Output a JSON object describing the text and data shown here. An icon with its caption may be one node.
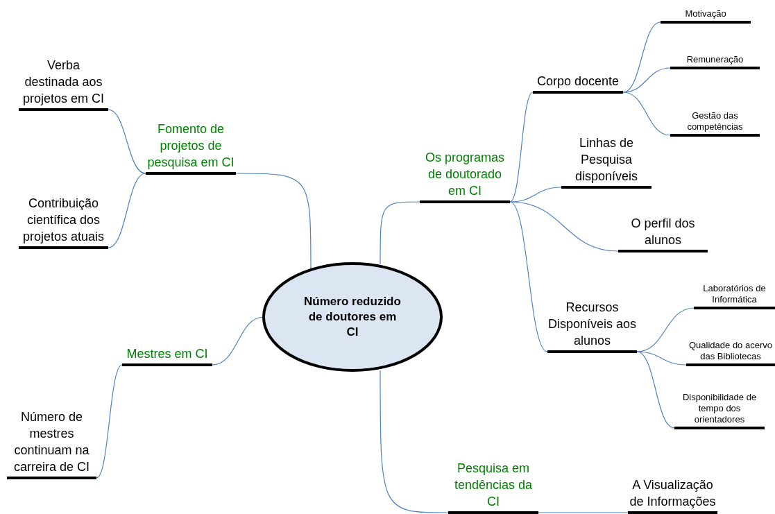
{
  "diagram": {
    "nodes": [
      {
        "text": [
          "Número reduzido de doutores em CI"
        ]
      },
      {
        "text": [
          "Fomento de projetos de pesquisa em CI"
        ]
      },
      {
        "text": [
          "Verba destinada aos projetos em CI"
        ]
      },
      {
        "text": [
          "Contribuição científica dos projetos atuais"
        ]
      },
      {
        "text": [
          "Mestres em CI"
        ]
      },
      {
        "text": [
          "Número de mestres continuam na carreira de CI"
        ]
      },
      {
        "text": [
          "Os programas de doutorado em CI"
        ]
      },
      {
        "text": [
          "Corpo docente"
        ]
      },
      {
        "text": [
          "Motivação"
        ]
      },
      {
        "text": [
          "Remuneração"
        ]
      },
      {
        "text": [
          "Gestão das competências"
        ]
      },
      {
        "text": [
          "Linhas de Pesquisa disponíveis"
        ]
      },
      {
        "text": [
          "O perfil dos alunos"
        ]
      },
      {
        "text": [
          "Recursos Disponíveis aos alunos"
        ]
      },
      {
        "text": [
          "Laboratórios de Informática"
        ]
      },
      {
        "text": [
          "Qualidade do acervo das Bibliotecas"
        ]
      },
      {
        "text": [
          "Disponibilidade de tempo dos orientadores"
        ]
      },
      {
        "text": [
          "Pesquisa em tendências da CI"
        ]
      },
      {
        "text": [
          "A Visualização de Informações"
        ]
      }
    ],
    "edges": [
      {
        "from": 0,
        "to": 1,
        "arrow": "none"
      },
      {
        "from": 1,
        "to": 2,
        "arrow": "none"
      },
      {
        "from": 1,
        "to": 3,
        "arrow": "none"
      },
      {
        "from": 0,
        "to": 4,
        "arrow": "none"
      },
      {
        "from": 4,
        "to": 5,
        "arrow": "none"
      },
      {
        "from": 0,
        "to": 6,
        "arrow": "none"
      },
      {
        "from": 6,
        "to": 7,
        "arrow": "none"
      },
      {
        "from": 7,
        "to": 8,
        "arrow": "none"
      },
      {
        "from": 7,
        "to": 9,
        "arrow": "none"
      },
      {
        "from": 7,
        "to": 10,
        "arrow": "none"
      },
      {
        "from": 6,
        "to": 11,
        "arrow": "none"
      },
      {
        "from": 6,
        "to": 12,
        "arrow": "none"
      },
      {
        "from": 6,
        "to": 13,
        "arrow": "none"
      },
      {
        "from": 13,
        "to": 14,
        "arrow": "none"
      },
      {
        "from": 13,
        "to": 15,
        "arrow": "none"
      },
      {
        "from": 13,
        "to": 16,
        "arrow": "none"
      },
      {
        "from": 0,
        "to": 17,
        "arrow": "none"
      },
      {
        "from": 17,
        "to": 18,
        "arrow": "none"
      }
    ]
  }
}
